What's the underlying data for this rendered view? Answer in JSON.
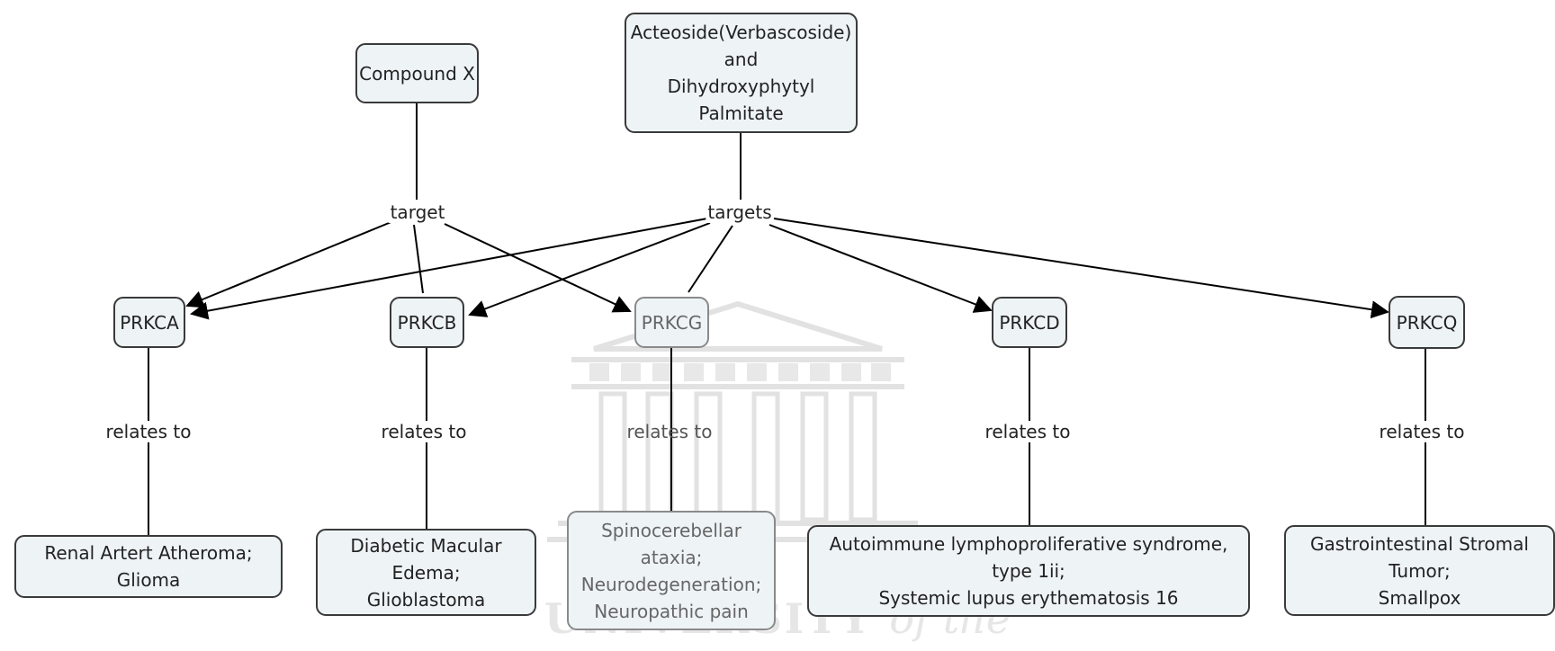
{
  "nodes": {
    "compound_x": "Compound X",
    "acteoside": "Acteoside(Verbascoside)\nand\nDihydroxyphytyl Palmitate",
    "prkca": "PRKCA",
    "prkcb": "PRKCB",
    "prkcg": "PRKCG",
    "prkcd": "PRKCD",
    "prkcq": "PRKCQ",
    "disease_prkca": "Renal Artert Atheroma; Glioma",
    "disease_prkcb": "Diabetic Macular Edema;\nGlioblastoma",
    "disease_prkcg": "Spinocerebellar ataxia;\nNeurodegeneration;\nNeuropathic pain",
    "disease_prkcd": "Autoimmune lymphoproliferative syndrome, type 1ii;\nSystemic lupus erythematosis 16",
    "disease_prkcq": "Gastrointestinal Stromal Tumor;\nSmallpox"
  },
  "link_labels": {
    "target": "target",
    "targets": "targets",
    "relates_prkca": "relates to",
    "relates_prkcb": "relates to",
    "relates_prkcg": "relates to",
    "relates_prkcd": "relates to",
    "relates_prkcq": "relates to"
  },
  "watermark": {
    "main": "UNIVERSITY",
    "suffix": "of the"
  }
}
